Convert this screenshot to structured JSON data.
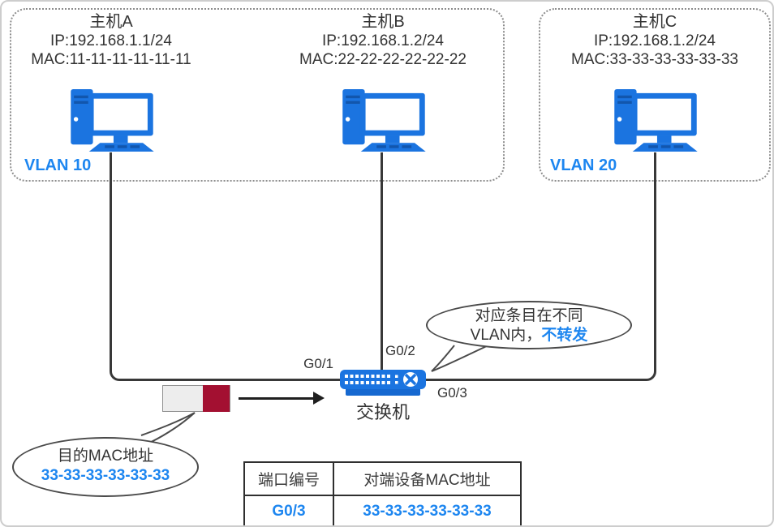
{
  "groups": [
    {
      "label": "VLAN 10"
    },
    {
      "label": "VLAN 20"
    }
  ],
  "hosts": [
    {
      "name": "主机A",
      "ip": "IP:192.168.1.1/24",
      "mac": "MAC:11-11-11-11-11-11"
    },
    {
      "name": "主机B",
      "ip": "IP:192.168.1.2/24",
      "mac": "MAC:22-22-22-22-22-22"
    },
    {
      "name": "主机C",
      "ip": "IP:192.168.1.2/24",
      "mac": "MAC:33-33-33-33-33-33"
    }
  ],
  "switch": {
    "label": "交换机",
    "port_left": "G0/1",
    "port_top": "G0/2",
    "port_right": "G0/3"
  },
  "callout_no_forward": {
    "line1": "对应条目在不同",
    "line2_prefix": "VLAN内，",
    "line2_highlight": "不转发"
  },
  "callout_dest_mac": {
    "title": "目的MAC地址",
    "mac": "33-33-33-33-33-33"
  },
  "mac_table": {
    "headers": [
      "端口编号",
      "对端设备MAC地址"
    ],
    "row": [
      "G0/3",
      "33-33-33-33-33-33"
    ]
  },
  "colors": {
    "accent_blue": "#1d86f0",
    "icon_blue": "#1b74e0",
    "frame_red": "#a31031",
    "frame_gray": "#ededed"
  }
}
